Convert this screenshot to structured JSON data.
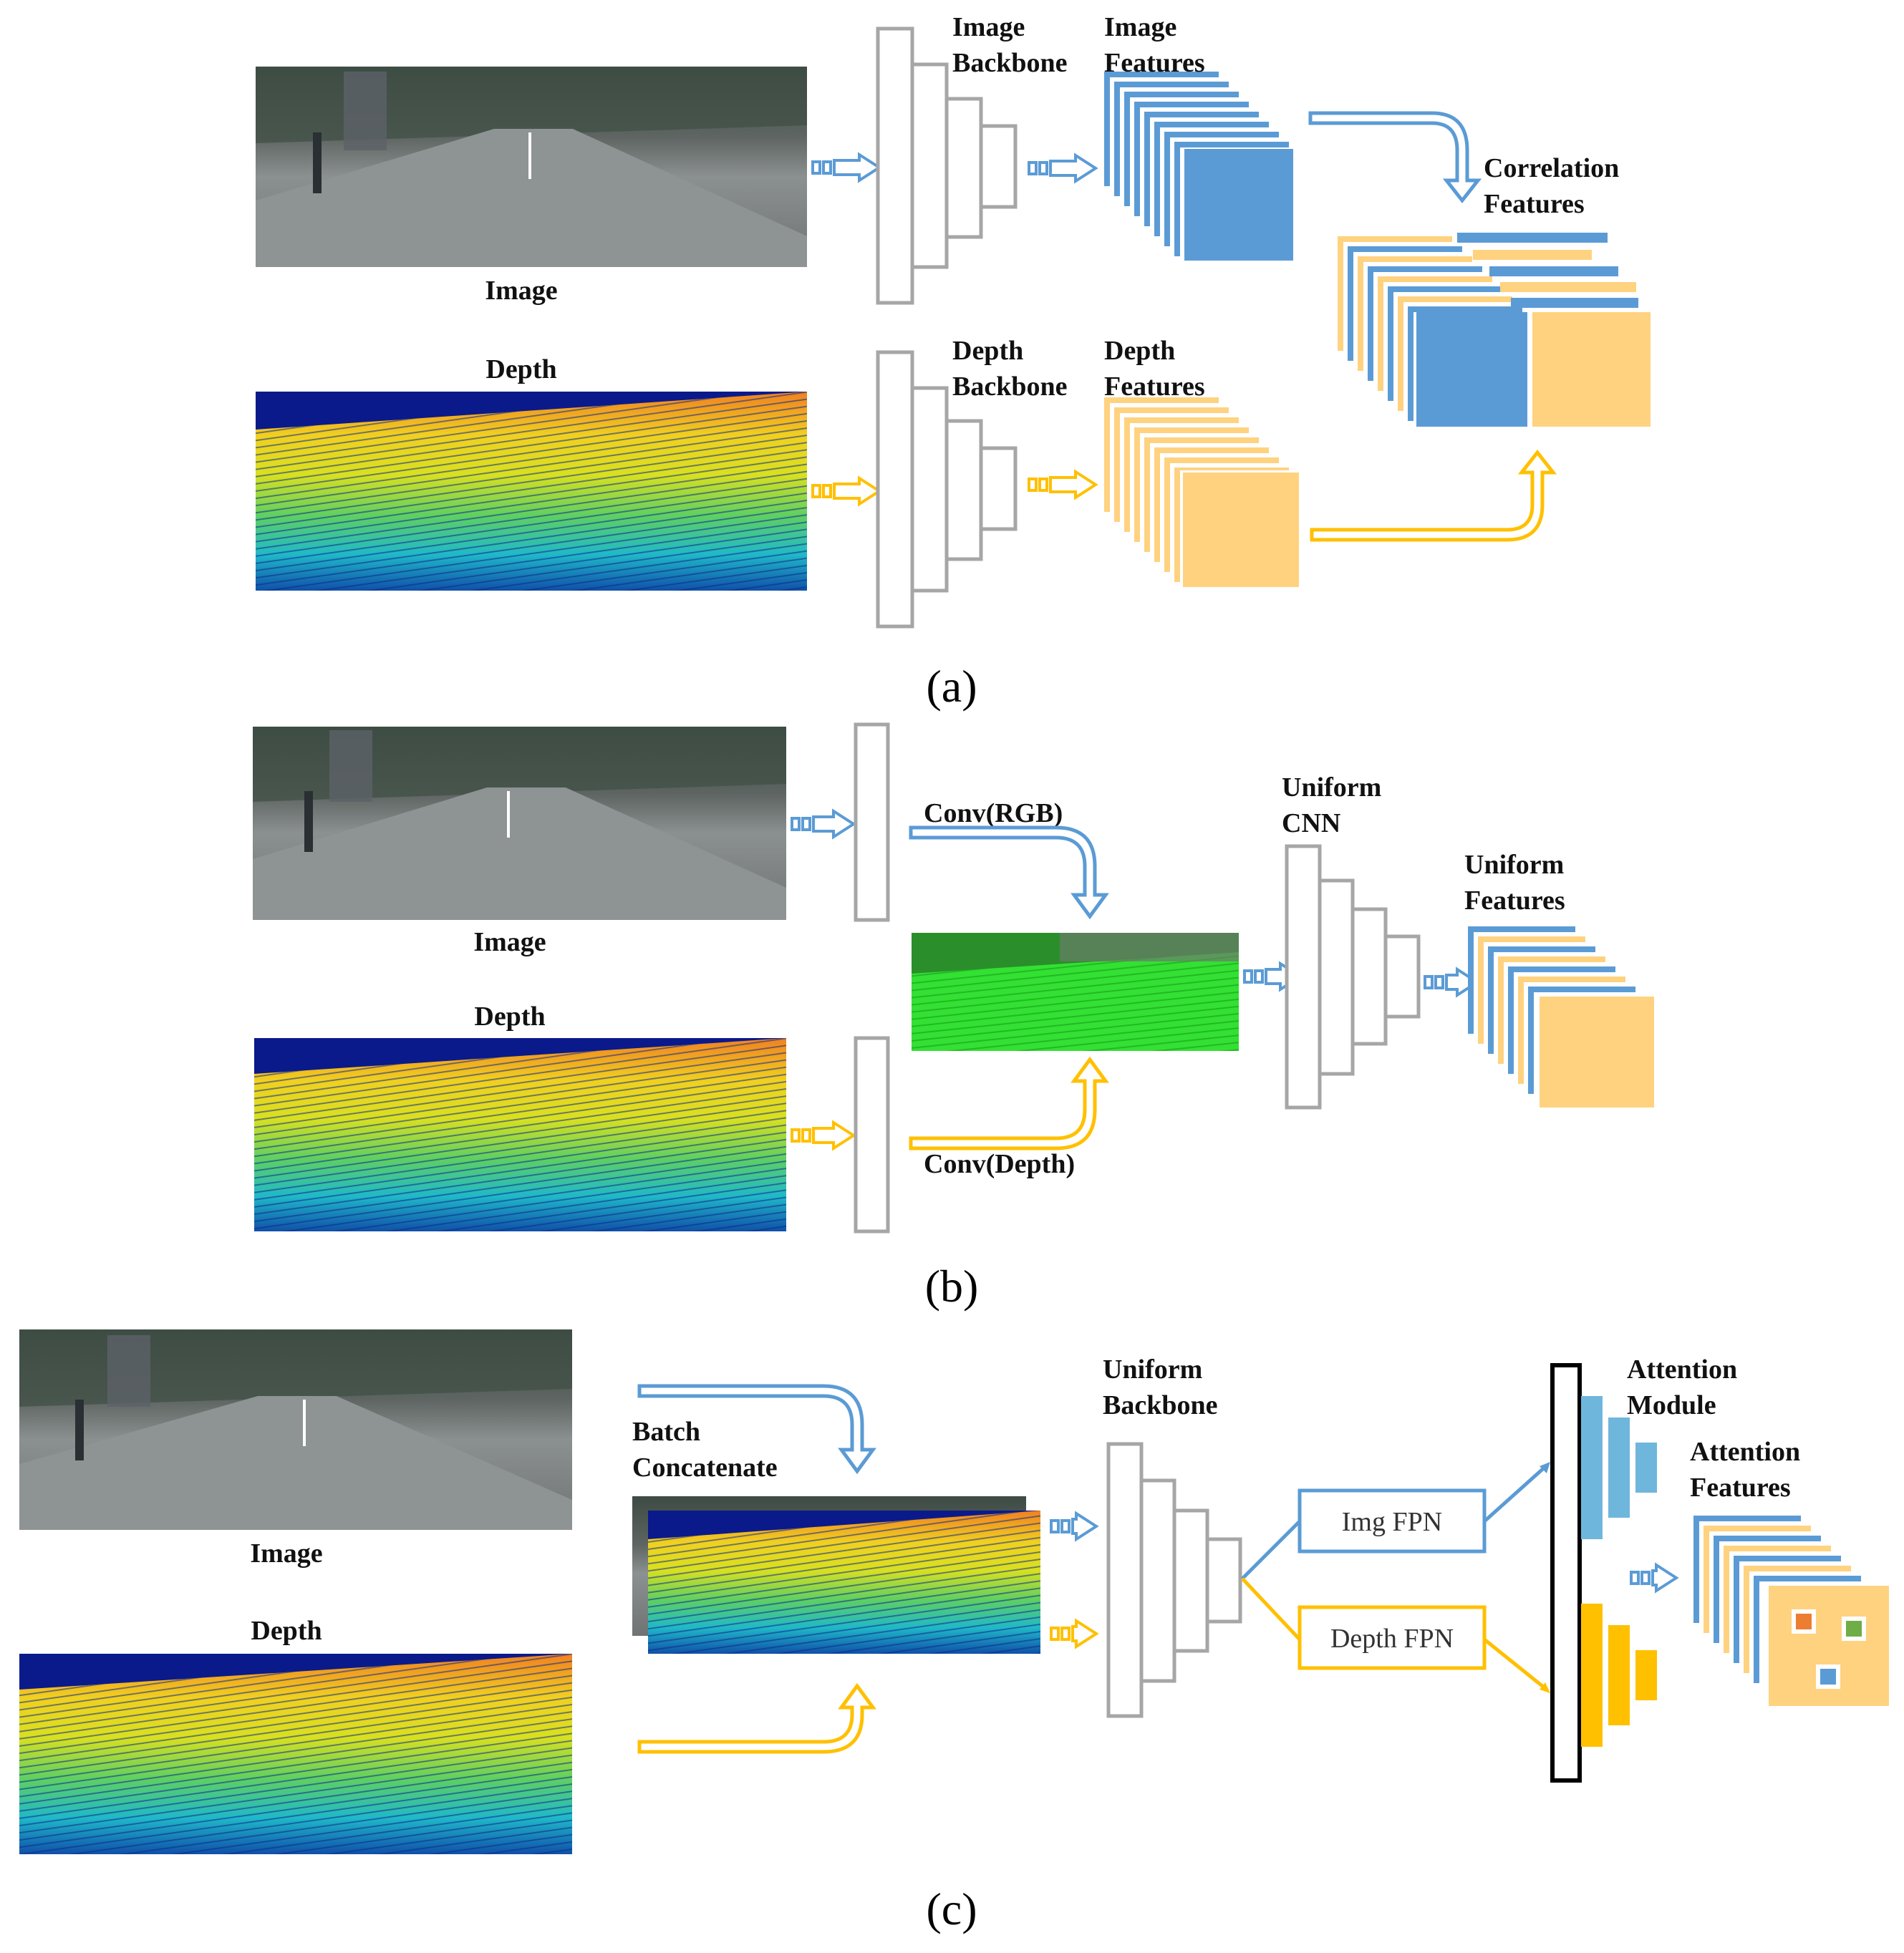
{
  "colors": {
    "blue": "#5b9bd5",
    "orange": "#ffd280",
    "yellow": "#ffc000",
    "gray": "#a6a6a6",
    "black": "#000000",
    "light_blue": "#6fb6dd",
    "marker_orange": "#ed7d31",
    "marker_green": "#70ad47"
  },
  "icons": [
    "arrow-icon",
    "curved-arrow-icon",
    "backbone-pyramid-icon",
    "feature-stack-icon"
  ],
  "panels": {
    "a": {
      "caption": "(a)",
      "image_label": "Image",
      "depth_label": "Depth",
      "image_backbone": [
        "Image",
        "Backbone"
      ],
      "image_features": [
        "Image",
        "Features"
      ],
      "depth_backbone": [
        "Depth",
        "Backbone"
      ],
      "depth_features": [
        "Depth",
        "Features"
      ],
      "correlation_features": [
        "Correlation",
        "Features"
      ]
    },
    "b": {
      "caption": "(b)",
      "image_label": "Image",
      "depth_label": "Depth",
      "conv_rgb": "Conv(RGB)",
      "conv_depth": "Conv(Depth)",
      "uniform_cnn": [
        "Uniform",
        "CNN"
      ],
      "uniform_features": [
        "Uniform",
        "Features"
      ]
    },
    "c": {
      "caption": "(c)",
      "image_label": "Image",
      "depth_label": "Depth",
      "batch_concatenate": [
        "Batch",
        "Concatenate"
      ],
      "uniform_backbone": [
        "Uniform",
        "Backbone"
      ],
      "img_fpn": "Img FPN",
      "depth_fpn": "Depth FPN",
      "attention_module": [
        "Attention",
        "Module"
      ],
      "attention_features": [
        "Attention",
        "Features"
      ]
    }
  }
}
